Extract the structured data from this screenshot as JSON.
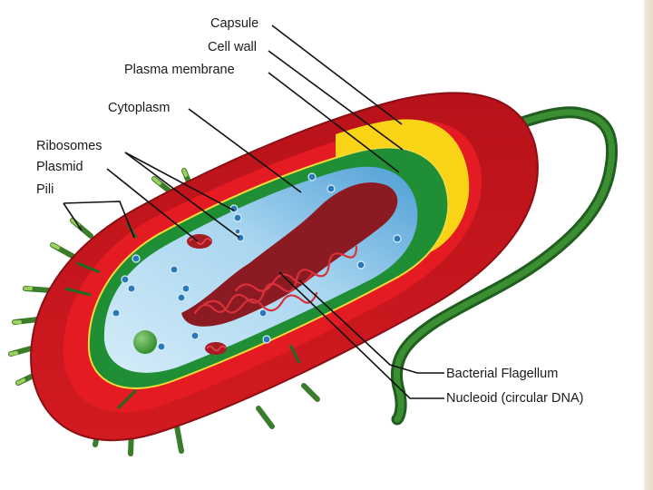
{
  "labels": {
    "capsule": "Capsule",
    "cell_wall": "Cell wall",
    "plasma_membrane": "Plasma membrane",
    "cytoplasm": "Cytoplasm",
    "ribosomes": "Ribosomes",
    "plasmid": "Plasmid",
    "pili": "Pili",
    "bacterial_flagellum": "Bacterial Flagellum",
    "nucleoid": "Nucleoid (circular DNA)"
  },
  "colors": {
    "capsule": "#c2141d",
    "cell_wall_red": "#e11a20",
    "cell_wall_yellow": "#f6cf12",
    "plasma_membrane": "#1f8a34",
    "cytoplasm": "#b9def2",
    "cytoplasm_deep": "#5fb0e0",
    "nucleoid": "#8d1b24",
    "ribosome": "#2a78b8",
    "pili": "#3f8c2e",
    "flagellum": "#2c6b26"
  }
}
